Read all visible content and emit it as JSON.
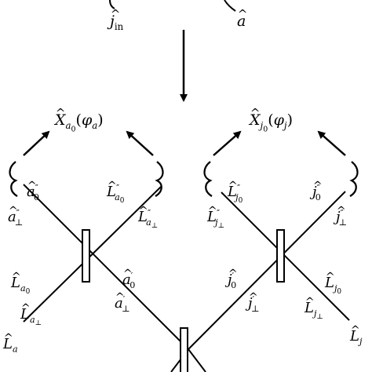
{
  "labels": {
    "j_in": {
      "base": "j",
      "sub": "in"
    },
    "a_top": {
      "base": "a"
    },
    "X_a": {
      "base": "X",
      "sub": "a",
      "subsub": "0",
      "arg_open": "(",
      "phi": "φ",
      "phi_sub": "a",
      "arg_close": ")"
    },
    "X_j": {
      "base": "X",
      "sub": "j",
      "subsub": "0",
      "arg_open": "(",
      "phi": "φ",
      "phi_sub": "j",
      "arg_close": ")"
    },
    "a0pp": {
      "base": "a",
      "sup": "″",
      "sub": "0"
    },
    "La0pp": {
      "base": "L",
      "sup": "″",
      "sub": "a",
      "subsub": "0"
    },
    "aperp_pp": {
      "base": "a",
      "sup": "″",
      "sub": "⊥"
    },
    "Laperp_pp": {
      "base": "L",
      "sup": "″",
      "sub": "a",
      "subsub": "⊥"
    },
    "Lj0pp": {
      "base": "L",
      "sup": "″",
      "sub": "j",
      "subsub": "0"
    },
    "j0pp": {
      "base": "j",
      "sup": "″",
      "sub": "0"
    },
    "Ljperp_pp": {
      "base": "L",
      "sup": "″",
      "sub": "j",
      "subsub": "⊥"
    },
    "jperp_pp": {
      "base": "j",
      "sup": "″",
      "sub": "⊥"
    },
    "La0": {
      "base": "L",
      "sub": "a",
      "subsub": "0"
    },
    "Laperp": {
      "base": "L",
      "sub": "a",
      "subsub": "⊥"
    },
    "La": {
      "base": "L",
      "sub": "a"
    },
    "a0p": {
      "base": "a",
      "sup": "′",
      "sub": "0"
    },
    "aperp_p": {
      "base": "a",
      "sup": "′",
      "sub": "⊥"
    },
    "j0p": {
      "base": "j",
      "sup": "′",
      "sub": "0"
    },
    "jperp_p": {
      "base": "j",
      "sup": "′",
      "sub": "⊥"
    },
    "Lj0": {
      "base": "L",
      "sub": "j",
      "subsub": "0"
    },
    "Ljperp": {
      "base": "L",
      "sub": "j",
      "subsub": "⊥"
    },
    "Lj": {
      "base": "L",
      "sub": "j"
    }
  }
}
